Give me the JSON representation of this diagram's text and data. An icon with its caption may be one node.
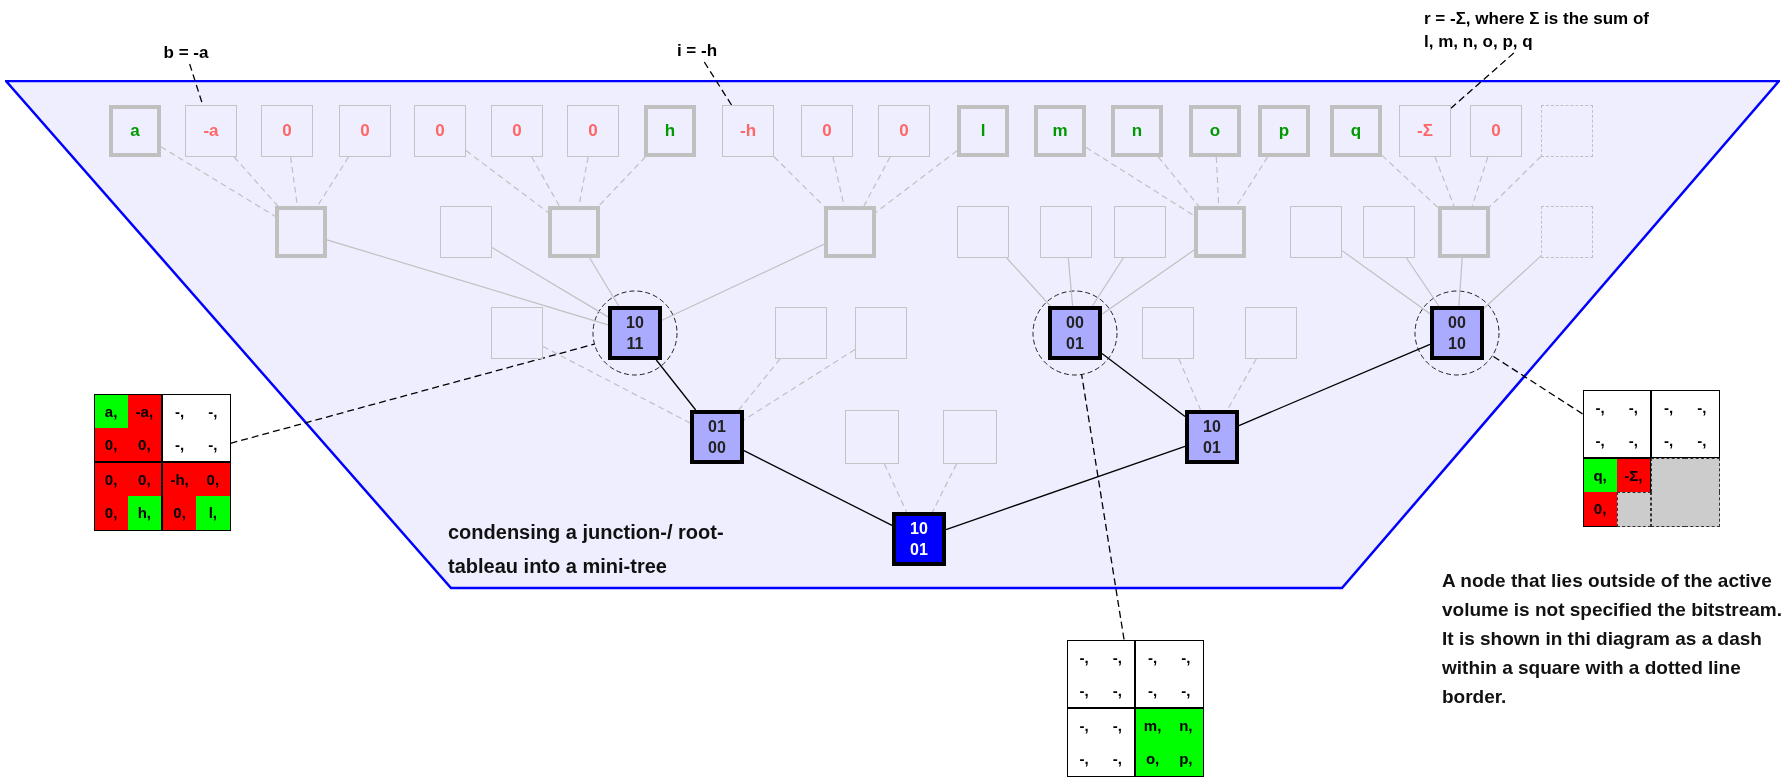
{
  "diagram": {
    "nodes": [
      {
        "text": [
          "condensing a junction-/ root-tableau into a mini-tree"
        ]
      },
      {
        "text": [
          "b = -a"
        ]
      },
      {
        "text": [
          "i = -h"
        ]
      },
      {
        "text": [
          "r = -Σ, where Σ is the sum of l, m, n, o, p, q"
        ]
      },
      {
        "text": [
          "a"
        ],
        "in": 0
      },
      {
        "text": [
          "-a"
        ],
        "in": 0
      },
      {
        "text": [
          "0"
        ],
        "in": 0
      },
      {
        "text": [
          "0"
        ],
        "in": 0
      },
      {
        "text": [
          "0"
        ],
        "in": 0
      },
      {
        "text": [
          "0"
        ],
        "in": 0
      },
      {
        "text": [
          "0"
        ],
        "in": 0
      },
      {
        "text": [
          "h"
        ],
        "in": 0
      },
      {
        "text": [
          "-h"
        ],
        "in": 0
      },
      {
        "text": [
          "0"
        ],
        "in": 0
      },
      {
        "text": [
          "0"
        ],
        "in": 0
      },
      {
        "text": [
          "l"
        ],
        "in": 0
      },
      {
        "text": [
          "m"
        ],
        "in": 0
      },
      {
        "text": [
          "n"
        ],
        "in": 0
      },
      {
        "text": [
          "o"
        ],
        "in": 0
      },
      {
        "text": [
          "p"
        ],
        "in": 0
      },
      {
        "text": [
          "q"
        ],
        "in": 0
      },
      {
        "text": [
          "-Σ"
        ],
        "in": 0
      },
      {
        "text": [
          "0"
        ],
        "in": 0
      },
      {
        "text": [],
        "shape": "box",
        "in": 0
      },
      {
        "text": [],
        "shape": "box",
        "in": 0
      },
      {
        "text": [],
        "shape": "box",
        "in": 0
      },
      {
        "text": [],
        "shape": "box",
        "in": 0
      },
      {
        "text": [],
        "shape": "box",
        "in": 0
      },
      {
        "text": [],
        "shape": "box",
        "in": 0
      },
      {
        "text": [],
        "shape": "box",
        "in": 0
      },
      {
        "text": [],
        "shape": "box",
        "in": 0
      },
      {
        "text": [],
        "shape": "box",
        "in": 0
      },
      {
        "text": [],
        "shape": "box",
        "in": 0
      },
      {
        "text": [],
        "shape": "box",
        "in": 0
      },
      {
        "text": [],
        "shape": "box",
        "in": 0
      },
      {
        "text": [],
        "shape": "box",
        "in": 0
      },
      {
        "text": [],
        "shape": "box",
        "in": 0
      },
      {
        "text": [
          "10 11"
        ],
        "in": 0
      },
      {
        "text": [],
        "shape": "box",
        "in": 0
      },
      {
        "text": [],
        "shape": "box",
        "in": 0
      },
      {
        "text": [
          "00 01"
        ],
        "in": 0
      },
      {
        "text": [],
        "shape": "box",
        "in": 0
      },
      {
        "text": [],
        "shape": "box",
        "in": 0
      },
      {
        "text": [
          "00 10"
        ],
        "in": 0
      },
      {
        "text": [
          "01 00"
        ],
        "in": 0
      },
      {
        "text": [],
        "shape": "box",
        "in": 0
      },
      {
        "text": [],
        "shape": "box",
        "in": 0
      },
      {
        "text": [
          "10 01"
        ],
        "in": 0
      },
      {
        "text": [
          "10 01"
        ],
        "in": 0
      },
      {
        "text": [
          "a,",
          "-a,",
          "-,",
          "-,",
          "0,",
          "0,",
          "-,",
          "-,",
          "0,",
          "0,",
          "-h,",
          "0,",
          "0,",
          "h,",
          "0,",
          "l,"
        ]
      },
      {
        "text": [
          "-,",
          "-,",
          "-,",
          "-,",
          "-,",
          "-,",
          "-,",
          "-,",
          "q,",
          "-Σ,",
          "0,"
        ]
      },
      {
        "text": [
          "-,",
          "-,",
          "-,",
          "-,",
          "-,",
          "-,",
          "-,",
          "-,",
          "-,",
          "-,",
          "m,",
          "n,",
          "-,",
          "-,",
          "o,",
          "p,"
        ]
      }
    ],
    "edges": [
      {
        "from": 4,
        "to": 24,
        "arrow": "none",
        "style": "dashed"
      },
      {
        "from": 5,
        "to": 24,
        "arrow": "none",
        "style": "dashed"
      },
      {
        "from": 6,
        "to": 24,
        "arrow": "none",
        "style": "dashed"
      },
      {
        "from": 7,
        "to": 24,
        "arrow": "none",
        "style": "dashed"
      },
      {
        "from": 8,
        "to": 26,
        "arrow": "none",
        "style": "dashed"
      },
      {
        "from": 9,
        "to": 26,
        "arrow": "none",
        "style": "dashed"
      },
      {
        "from": 10,
        "to": 26,
        "arrow": "none",
        "style": "dashed"
      },
      {
        "from": 11,
        "to": 26,
        "arrow": "none",
        "style": "dashed"
      },
      {
        "from": 12,
        "to": 27,
        "arrow": "none",
        "style": "dashed"
      },
      {
        "from": 13,
        "to": 27,
        "arrow": "none",
        "style": "dashed"
      },
      {
        "from": 14,
        "to": 27,
        "arrow": "none",
        "style": "dashed"
      },
      {
        "from": 15,
        "to": 27,
        "arrow": "none",
        "style": "dashed"
      },
      {
        "from": 16,
        "to": 31,
        "arrow": "none",
        "style": "dashed"
      },
      {
        "from": 17,
        "to": 31,
        "arrow": "none",
        "style": "dashed"
      },
      {
        "from": 18,
        "to": 31,
        "arrow": "none",
        "style": "dashed"
      },
      {
        "from": 19,
        "to": 31,
        "arrow": "none",
        "style": "dashed"
      },
      {
        "from": 20,
        "to": 34,
        "arrow": "none",
        "style": "dashed"
      },
      {
        "from": 21,
        "to": 34,
        "arrow": "none",
        "style": "dashed"
      },
      {
        "from": 22,
        "to": 34,
        "arrow": "none",
        "style": "dashed"
      },
      {
        "from": 23,
        "to": 34,
        "arrow": "none",
        "style": "dashed"
      },
      {
        "from": 24,
        "to": 37,
        "arrow": "none"
      },
      {
        "from": 25,
        "to": 37,
        "arrow": "none"
      },
      {
        "from": 26,
        "to": 37,
        "arrow": "none"
      },
      {
        "from": 27,
        "to": 37,
        "arrow": "none"
      },
      {
        "from": 28,
        "to": 40,
        "arrow": "none"
      },
      {
        "from": 29,
        "to": 40,
        "arrow": "none"
      },
      {
        "from": 30,
        "to": 40,
        "arrow": "none"
      },
      {
        "from": 31,
        "to": 40,
        "arrow": "none"
      },
      {
        "from": 32,
        "to": 43,
        "arrow": "none"
      },
      {
        "from": 33,
        "to": 43,
        "arrow": "none"
      },
      {
        "from": 34,
        "to": 43,
        "arrow": "none"
      },
      {
        "from": 35,
        "to": 43,
        "arrow": "none"
      },
      {
        "from": 36,
        "to": 44,
        "arrow": "none",
        "style": "dashed"
      },
      {
        "from": 37,
        "to": 44,
        "arrow": "none",
        "color": "#000000"
      },
      {
        "from": 38,
        "to": 44,
        "arrow": "none",
        "style": "dashed"
      },
      {
        "from": 39,
        "to": 44,
        "arrow": "none",
        "style": "dashed"
      },
      {
        "from": 40,
        "to": 47,
        "arrow": "none",
        "color": "#000000"
      },
      {
        "from": 41,
        "to": 47,
        "arrow": "none",
        "style": "dashed"
      },
      {
        "from": 42,
        "to": 47,
        "arrow": "none",
        "style": "dashed"
      },
      {
        "from": 43,
        "to": 47,
        "arrow": "none",
        "color": "#000000"
      },
      {
        "from": 44,
        "to": 48,
        "arrow": "none",
        "color": "#000000"
      },
      {
        "from": 45,
        "to": 48,
        "arrow": "none",
        "style": "dashed"
      },
      {
        "from": 46,
        "to": 48,
        "arrow": "none",
        "style": "dashed"
      },
      {
        "from": 47,
        "to": 48,
        "arrow": "none",
        "color": "#000000"
      },
      {
        "from": 1,
        "to": 5,
        "arrow": "none",
        "style": "dashed",
        "color": "#000000"
      },
      {
        "from": 2,
        "to": 12,
        "arrow": "none",
        "style": "dashed",
        "color": "#000000"
      },
      {
        "from": 3,
        "to": 21,
        "arrow": "none",
        "style": "dashed",
        "color": "#000000"
      },
      {
        "from": 49,
        "to": 37,
        "arrow": "none",
        "style": "dashed",
        "color": "#000000"
      },
      {
        "from": 50,
        "to": 43,
        "arrow": "none",
        "style": "dashed",
        "color": "#000000"
      },
      {
        "from": 51,
        "to": 40,
        "arrow": "none",
        "style": "dashed",
        "color": "#000000"
      }
    ],
    "labels": [
      "A node that lies outside of the active volume is not specified the bitstream. It is shown in thi diagram as a dash within a square with a dotted line border."
    ]
  }
}
